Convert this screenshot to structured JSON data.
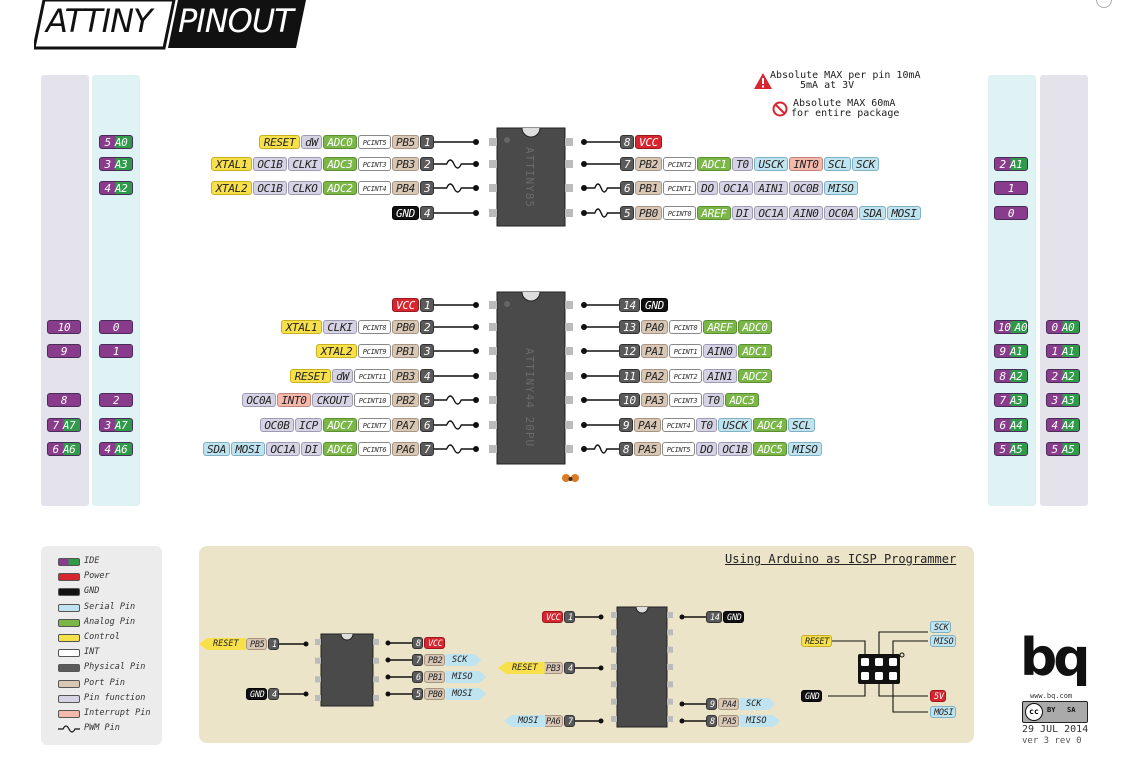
{
  "header": {
    "logo_left": "ATTINY",
    "logo_right": "PINOUT"
  },
  "warnings": {
    "line1a": "Absolute MAX per pin 10mA",
    "line1b": "5mA at 3V",
    "line2a": "Absolute MAX 60mA",
    "line2b": "for entire package"
  },
  "chip8": {
    "label": "ATTINY85",
    "left": [
      {
        "pin": "1",
        "ide": {
          "a": "5",
          "b": "A0"
        },
        "chips": [
          [
            "t-reset",
            "RESET"
          ],
          [
            "t-func",
            "dW"
          ],
          [
            "t-adc",
            "ADC0"
          ],
          [
            "t-pcint",
            "PCINT5"
          ],
          [
            "t-port",
            "PB5"
          ]
        ]
      },
      {
        "pin": "2",
        "ide": {
          "a": "3",
          "b": "A3"
        },
        "chips": [
          [
            "t-ctrl",
            "XTAL1"
          ],
          [
            "t-func",
            "OC1B"
          ],
          [
            "t-func",
            "CLKI"
          ],
          [
            "t-adc",
            "ADC3"
          ],
          [
            "t-pcint",
            "PCINT3"
          ],
          [
            "t-port",
            "PB3"
          ]
        ],
        "pwm": true
      },
      {
        "pin": "3",
        "ide": {
          "a": "4",
          "b": "A2"
        },
        "chips": [
          [
            "t-ctrl",
            "XTAL2"
          ],
          [
            "t-func",
            "OC1B"
          ],
          [
            "t-func",
            "CLKO"
          ],
          [
            "t-adc",
            "ADC2"
          ],
          [
            "t-pcint",
            "PCINT4"
          ],
          [
            "t-port",
            "PB4"
          ]
        ],
        "pwm": true
      },
      {
        "pin": "4",
        "chips": [
          [
            "t-gnd",
            "GND"
          ]
        ]
      }
    ],
    "right": [
      {
        "pin": "8",
        "chips": [
          [
            "t-pwr",
            "VCC"
          ]
        ]
      },
      {
        "pin": "7",
        "ide": {
          "a": "2",
          "b": "A1"
        },
        "chips": [
          [
            "t-port",
            "PB2"
          ],
          [
            "t-pcint",
            "PCINT2"
          ],
          [
            "t-adc",
            "ADC1"
          ],
          [
            "t-func",
            "T0"
          ],
          [
            "t-ser",
            "USCK"
          ],
          [
            "t-int",
            "INT0"
          ],
          [
            "t-ser",
            "SCL"
          ],
          [
            "t-ser",
            "SCK"
          ]
        ]
      },
      {
        "pin": "6",
        "ide": {
          "a": "1"
        },
        "chips": [
          [
            "t-port",
            "PB1"
          ],
          [
            "t-pcint",
            "PCINT1"
          ],
          [
            "t-func",
            "DO"
          ],
          [
            "t-func",
            "OC1A"
          ],
          [
            "t-func",
            "AIN1"
          ],
          [
            "t-func",
            "OC0B"
          ],
          [
            "t-ser",
            "MISO"
          ]
        ],
        "pwm": true
      },
      {
        "pin": "5",
        "ide": {
          "a": "0"
        },
        "chips": [
          [
            "t-port",
            "PB0"
          ],
          [
            "t-pcint",
            "PCINT0"
          ],
          [
            "t-adc",
            "AREF"
          ],
          [
            "t-func",
            "DI"
          ],
          [
            "t-func",
            "OC1A"
          ],
          [
            "t-func",
            "AIN0"
          ],
          [
            "t-func",
            "OC0A"
          ],
          [
            "t-ser",
            "SDA"
          ],
          [
            "t-ser",
            "MOSI"
          ]
        ],
        "pwm": true
      }
    ]
  },
  "chip14": {
    "label": "ATTINY44 20PU",
    "left": [
      {
        "pin": "1",
        "chips": [
          [
            "t-pwr",
            "VCC"
          ]
        ]
      },
      {
        "pin": "2",
        "ide1": {
          "a": "10"
        },
        "ide2": {
          "a": "0"
        },
        "chips": [
          [
            "t-ctrl",
            "XTAL1"
          ],
          [
            "t-func",
            "CLKI"
          ],
          [
            "t-pcint",
            "PCINT8"
          ],
          [
            "t-port",
            "PB0"
          ]
        ]
      },
      {
        "pin": "3",
        "ide1": {
          "a": "9"
        },
        "ide2": {
          "a": "1"
        },
        "chips": [
          [
            "t-ctrl",
            "XTAL2"
          ],
          [
            "t-pcint",
            "PCINT9"
          ],
          [
            "t-port",
            "PB1"
          ]
        ]
      },
      {
        "pin": "4",
        "chips": [
          [
            "t-reset",
            "RESET"
          ],
          [
            "t-func",
            "dW"
          ],
          [
            "t-pcint",
            "PCINT11"
          ],
          [
            "t-port",
            "PB3"
          ]
        ]
      },
      {
        "pin": "5",
        "ide1": {
          "a": "8"
        },
        "ide2": {
          "a": "2"
        },
        "chips": [
          [
            "t-func",
            "OC0A"
          ],
          [
            "t-int",
            "INT0"
          ],
          [
            "t-func",
            "CKOUT"
          ],
          [
            "t-pcint",
            "PCINT10"
          ],
          [
            "t-port",
            "PB2"
          ]
        ],
        "pwm": true
      },
      {
        "pin": "6",
        "ide1": {
          "a": "7",
          "b": "A7"
        },
        "ide2": {
          "a": "3",
          "b": "A7"
        },
        "chips": [
          [
            "t-func",
            "OC0B"
          ],
          [
            "t-func",
            "ICP"
          ],
          [
            "t-adc",
            "ADC7"
          ],
          [
            "t-pcint",
            "PCINT7"
          ],
          [
            "t-port",
            "PA7"
          ]
        ],
        "pwm": true
      },
      {
        "pin": "7",
        "ide1": {
          "a": "6",
          "b": "A6"
        },
        "ide2": {
          "a": "4",
          "b": "A6"
        },
        "chips": [
          [
            "t-ser",
            "SDA"
          ],
          [
            "t-ser",
            "MOSI"
          ],
          [
            "t-func",
            "OC1A"
          ],
          [
            "t-func",
            "DI"
          ],
          [
            "t-adc",
            "ADC6"
          ],
          [
            "t-pcint",
            "PCINT6"
          ],
          [
            "t-port",
            "PA6"
          ]
        ],
        "pwm": true
      }
    ],
    "right": [
      {
        "pin": "14",
        "chips": [
          [
            "t-gnd",
            "GND"
          ]
        ]
      },
      {
        "pin": "13",
        "ide1": {
          "a": "10",
          "b": "A0"
        },
        "ide2": {
          "a": "0",
          "b": "A0"
        },
        "chips": [
          [
            "t-port",
            "PA0"
          ],
          [
            "t-pcint",
            "PCINT0"
          ],
          [
            "t-adc",
            "AREF"
          ],
          [
            "t-adc",
            "ADC0"
          ]
        ]
      },
      {
        "pin": "12",
        "ide1": {
          "a": "9",
          "b": "A1"
        },
        "ide2": {
          "a": "1",
          "b": "A1"
        },
        "chips": [
          [
            "t-port",
            "PA1"
          ],
          [
            "t-pcint",
            "PCINT1"
          ],
          [
            "t-func",
            "AIN0"
          ],
          [
            "t-adc",
            "ADC1"
          ]
        ]
      },
      {
        "pin": "11",
        "ide1": {
          "a": "8",
          "b": "A2"
        },
        "ide2": {
          "a": "2",
          "b": "A2"
        },
        "chips": [
          [
            "t-port",
            "PA2"
          ],
          [
            "t-pcint",
            "PCINT2"
          ],
          [
            "t-func",
            "AIN1"
          ],
          [
            "t-adc",
            "ADC2"
          ]
        ]
      },
      {
        "pin": "10",
        "ide1": {
          "a": "7",
          "b": "A3"
        },
        "ide2": {
          "a": "3",
          "b": "A3"
        },
        "chips": [
          [
            "t-port",
            "PA3"
          ],
          [
            "t-pcint",
            "PCINT3"
          ],
          [
            "t-func",
            "T0"
          ],
          [
            "t-adc",
            "ADC3"
          ]
        ]
      },
      {
        "pin": "9",
        "ide1": {
          "a": "6",
          "b": "A4"
        },
        "ide2": {
          "a": "4",
          "b": "A4"
        },
        "chips": [
          [
            "t-port",
            "PA4"
          ],
          [
            "t-pcint",
            "PCINT4"
          ],
          [
            "t-func",
            "T0"
          ],
          [
            "t-ser",
            "USCK"
          ],
          [
            "t-adc",
            "ADC4"
          ],
          [
            "t-ser",
            "SCL"
          ]
        ]
      },
      {
        "pin": "8",
        "ide1": {
          "a": "5",
          "b": "A5"
        },
        "ide2": {
          "a": "5",
          "b": "A5"
        },
        "chips": [
          [
            "t-port",
            "PA5"
          ],
          [
            "t-pcint",
            "PCINT5"
          ],
          [
            "t-func",
            "DO"
          ],
          [
            "t-func",
            "OC1B"
          ],
          [
            "t-adc",
            "ADC5"
          ],
          [
            "t-ser",
            "MISO"
          ]
        ],
        "pwm": true
      }
    ]
  },
  "legend": [
    [
      "t-ide",
      "IDE"
    ],
    [
      "t-pwr",
      "Power"
    ],
    [
      "t-gnd",
      "GND"
    ],
    [
      "t-ser",
      "Serial Pin"
    ],
    [
      "t-adc",
      "Analog Pin"
    ],
    [
      "t-ctrl",
      "Control"
    ],
    [
      "t-pcint",
      "INT"
    ],
    [
      "t-phys",
      "Physical Pin"
    ],
    [
      "t-port",
      "Port Pin"
    ],
    [
      "t-func",
      "Pin function"
    ],
    [
      "t-int",
      "Interrupt Pin"
    ],
    [
      "pwm",
      "PWM Pin"
    ]
  ],
  "icsp": {
    "title": "Using Arduino as ICSP Programmer",
    "a_left": [
      {
        "pin": "1",
        "port": "PB5",
        "tag": "RESET"
      },
      {
        "pin": "4",
        "gnd": "GND"
      }
    ],
    "a_right": [
      {
        "pin": "8",
        "pwr": "VCC"
      },
      {
        "pin": "7",
        "port": "PB2",
        "tag": "SCK"
      },
      {
        "pin": "6",
        "port": "PB1",
        "tag": "MISO"
      },
      {
        "pin": "5",
        "port": "PB0",
        "tag": "MOSI"
      }
    ],
    "b_left": [
      {
        "pin": "1",
        "pwr": "VCC"
      },
      {
        "pin": "4",
        "port": "PB3",
        "tag": "RESET"
      },
      {
        "pin": "7",
        "port": "PA6",
        "tag": "MOSI"
      }
    ],
    "b_right": [
      {
        "pin": "14",
        "gnd": "GND"
      },
      {
        "pin": "9",
        "port": "PA4",
        "tag": "SCK"
      },
      {
        "pin": "8",
        "port": "PA5",
        "tag": "MISO"
      }
    ],
    "header": {
      "reset": "RESET",
      "gnd": "GND",
      "sck": "SCK",
      "miso": "MISO",
      "v5": "5V",
      "mosi": "MOSI"
    }
  },
  "brand": {
    "logo": "bq",
    "url": "www.bq.com",
    "cc": "cc",
    "by": "BY",
    "sa": "SA",
    "date": "29 JUL 2014",
    "version": "ver 3 rev 0"
  }
}
